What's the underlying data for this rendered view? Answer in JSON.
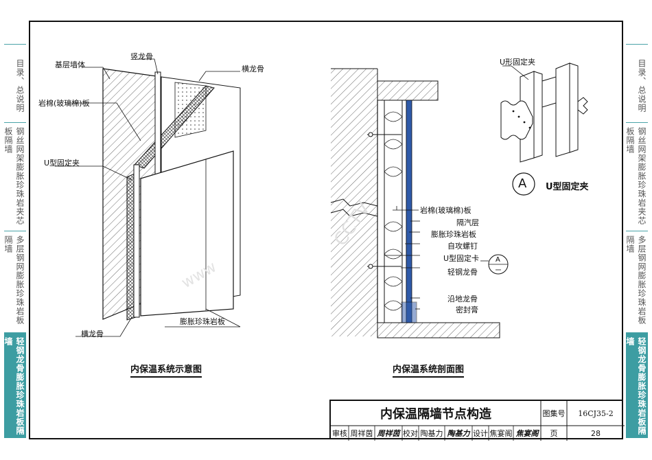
{
  "left_tabs": [
    {
      "label": "目录、总说明"
    },
    {
      "label": "钢丝网架膨胀珍珠岩夹芯板隔墙"
    },
    {
      "label": "多层钢网膨胀珍珠岩板隔墙"
    },
    {
      "label": "轻钢龙骨膨胀珍珠岩板隔墙"
    }
  ],
  "right_tabs": [
    {
      "label": "目录、总说明"
    },
    {
      "label": "钢丝网架膨胀珍珠岩夹芯板隔墙"
    },
    {
      "label": "多层钢网膨胀珍珠岩板隔墙"
    },
    {
      "label": "轻钢龙骨膨胀珍珠岩板隔墙"
    }
  ],
  "schematic": {
    "title": "内保温系统示意图",
    "labels": {
      "base_wall": "基层墙体",
      "vertical_keel": "竖龙骨",
      "horizontal_keel_top": "横龙骨",
      "rock_wool": "岩棉(玻璃棉)板",
      "u_clip": "U型固定夹",
      "perlite_board": "膨胀珍珠岩板",
      "horizontal_keel_bottom": "横龙骨"
    }
  },
  "section": {
    "title": "内保温系统剖面图",
    "labels": {
      "rock_wool": "岩棉(玻璃棉)板",
      "vapor_barrier": "隔汽层",
      "perlite_board": "膨胀珍珠岩板",
      "screw": "自攻螺钉",
      "u_clip": "U型固定卡",
      "steel_keel": "轻钢龙骨",
      "floor_keel": "沿地龙骨",
      "sealant": "密封膏"
    },
    "callout": "A"
  },
  "detail": {
    "label": "U形固定夹",
    "circle": "A",
    "caption": "U型固定夹"
  },
  "title_block": {
    "title": "内保温隔墙节点构造",
    "atlas_label": "图集号",
    "atlas_no": "16CJ35-2",
    "review_label": "审核",
    "reviewer": "周祥茵",
    "reviewer_sig": "周祥茵",
    "check_label": "校对",
    "checker": "陶基力",
    "checker_sig": "陶基力",
    "design_label": "设计",
    "designer": "焦宴阁",
    "designer_sig": "焦宴阁",
    "page_label": "页",
    "page_no": "28"
  }
}
